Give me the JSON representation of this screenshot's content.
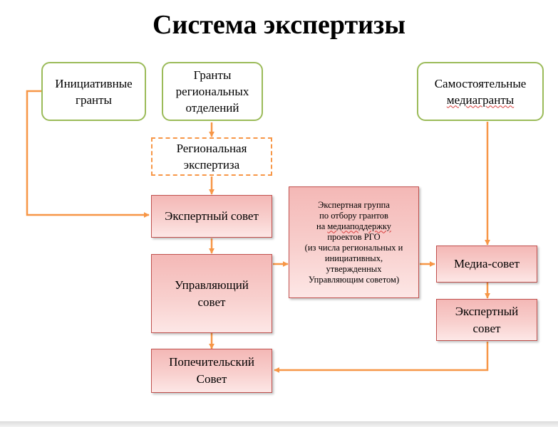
{
  "title": "Система экспертизы",
  "colors": {
    "accent_orange": "#f79646",
    "green_border": "#9bbb59",
    "red_border": "#c0504d",
    "red_fill": "#f8cfcd"
  },
  "nodes": {
    "initiative_grants": "Инициативные\nгранты",
    "regional_grants": "Гранты\nрегиональных\nотделений",
    "independent_media_grants_part1": "Самостоятельные",
    "independent_media_grants_part2": "медиагранты",
    "regional_expertise": "Региональная\nэкспертиза",
    "expert_council": "Экспертный совет",
    "expert_group_line1": "Экспертная группа",
    "expert_group_line2": "по отбору грантов",
    "expert_group_line3a": "на ",
    "expert_group_line3b": "медиаподдержку",
    "expert_group_rest": "проектов  РГО\n(из числа региональных  и\nинициативных,\nутвержденных\nУправляющим  советом)",
    "governing_council": "Управляющий\nсовет",
    "media_council": "Медиа-совет",
    "media_expert_council": "Экспертный\nсовет",
    "board_of_trustees": "Попечительский\nСовет"
  }
}
